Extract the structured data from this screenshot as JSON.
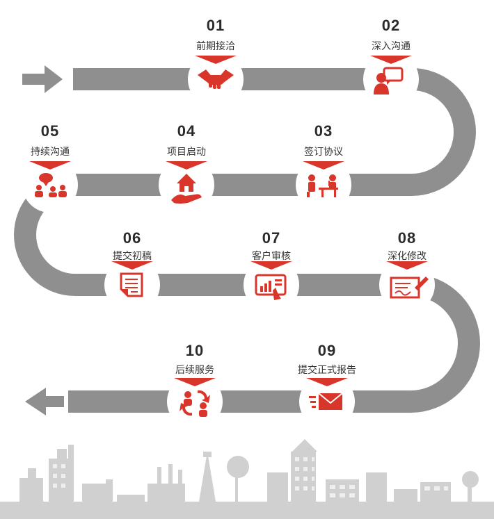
{
  "colors": {
    "accent": "#d9362b",
    "path": "#8f8f8f",
    "city": "#c9c9c9"
  },
  "steps": [
    {
      "num": "01",
      "label": "前期接洽",
      "icon": "handshake-icon"
    },
    {
      "num": "02",
      "label": "深入沟通",
      "icon": "speaker-icon"
    },
    {
      "num": "03",
      "label": "签订协议",
      "icon": "meeting-table-icon"
    },
    {
      "num": "04",
      "label": "项目启动",
      "icon": "house-hand-icon"
    },
    {
      "num": "05",
      "label": "持续沟通",
      "icon": "group-chat-icon"
    },
    {
      "num": "06",
      "label": "提交初稿",
      "icon": "document-icon"
    },
    {
      "num": "07",
      "label": "客户审核",
      "icon": "tablet-chart-icon"
    },
    {
      "num": "08",
      "label": "深化修改",
      "icon": "sign-contract-icon"
    },
    {
      "num": "09",
      "label": "提交正式报告",
      "icon": "mail-send-icon"
    },
    {
      "num": "10",
      "label": "后续服务",
      "icon": "user-cycle-icon"
    }
  ]
}
